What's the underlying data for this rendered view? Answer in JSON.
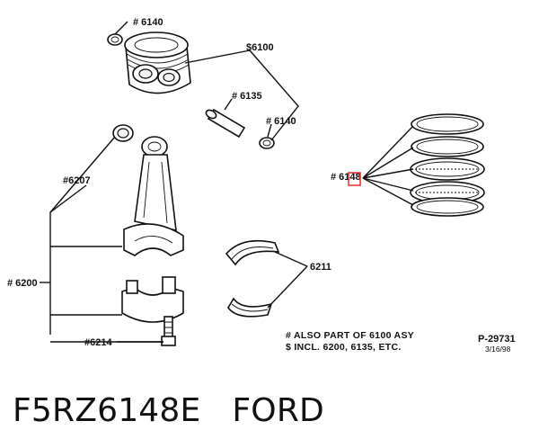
{
  "labels": {
    "piston_pin_retainer_top": "# 6140",
    "piston_assembly": "$6100",
    "piston_pin": "# 6135",
    "piston_pin_retainer_bottom": "# 6140",
    "bushing": "#6207",
    "connecting_rod": "# 6200",
    "rod_bolt": "#6214",
    "rings": "# 6148",
    "bearing": "6211"
  },
  "notes": {
    "line1": "# ALSO PART OF 6100 ASY",
    "line2": "$ INCL. 6200, 6135, ETC."
  },
  "reference": {
    "code": "P-29731",
    "date": "3/16/98"
  },
  "caption": {
    "part_number": "F5RZ6148E",
    "brand": "FORD"
  },
  "colors": {
    "line": "#111111",
    "highlight": "#e03030"
  }
}
